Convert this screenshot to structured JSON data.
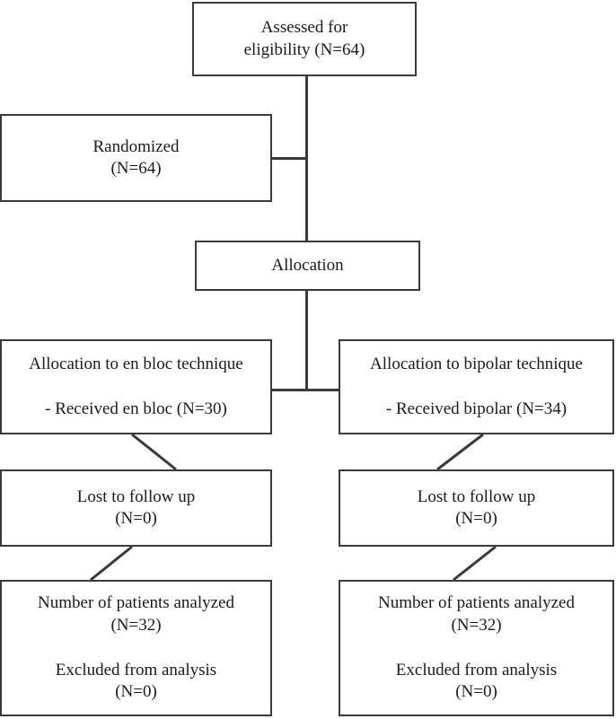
{
  "diagram": {
    "type": "consort-flow-diagram",
    "title": "CONSORT patient flow diagram",
    "nodes": {
      "assessed": {
        "name": "assessed-for-eligibility",
        "line1": "Assessed for",
        "line2": "eligibility (N=64)",
        "count": 64
      },
      "randomized": {
        "name": "randomized",
        "line1": "Randomized",
        "line2": "(N=64)",
        "count": 64
      },
      "allocation": {
        "name": "allocation-header",
        "line1": "Allocation"
      },
      "allocation_left": {
        "name": "allocation-en-bloc",
        "line1": "Allocation to en bloc technique",
        "line2": "- Received en bloc (N=30)",
        "count": 30
      },
      "allocation_right": {
        "name": "allocation-bipolar",
        "line1": "Allocation to bipolar technique",
        "line2": "- Received bipolar (N=34)",
        "count": 34
      },
      "lost_left": {
        "name": "lost-to-follow-up-left",
        "line1": "Lost to follow up",
        "line2": "(N=0)",
        "count": 0
      },
      "lost_right": {
        "name": "lost-to-follow-up-right",
        "line1": "Lost to follow up",
        "line2": "(N=0)",
        "count": 0
      },
      "analyzed_left": {
        "name": "analyzed-left",
        "line1": "Number of patients analyzed",
        "line2": "(N=32)",
        "line3": "Excluded from analysis",
        "line4": "(N=0)",
        "analyzed_count": 32,
        "excluded_count": 0
      },
      "analyzed_right": {
        "name": "analyzed-right",
        "line1": "Number of patients analyzed",
        "line2": "(N=32)",
        "line3": "Excluded from analysis",
        "line4": "(N=0)",
        "analyzed_count": 32,
        "excluded_count": 0
      }
    },
    "colors": {
      "border": "#3a3a3a",
      "text": "#1a1a1a",
      "background": "#ffffff",
      "connector": "#3a3a3a"
    }
  }
}
